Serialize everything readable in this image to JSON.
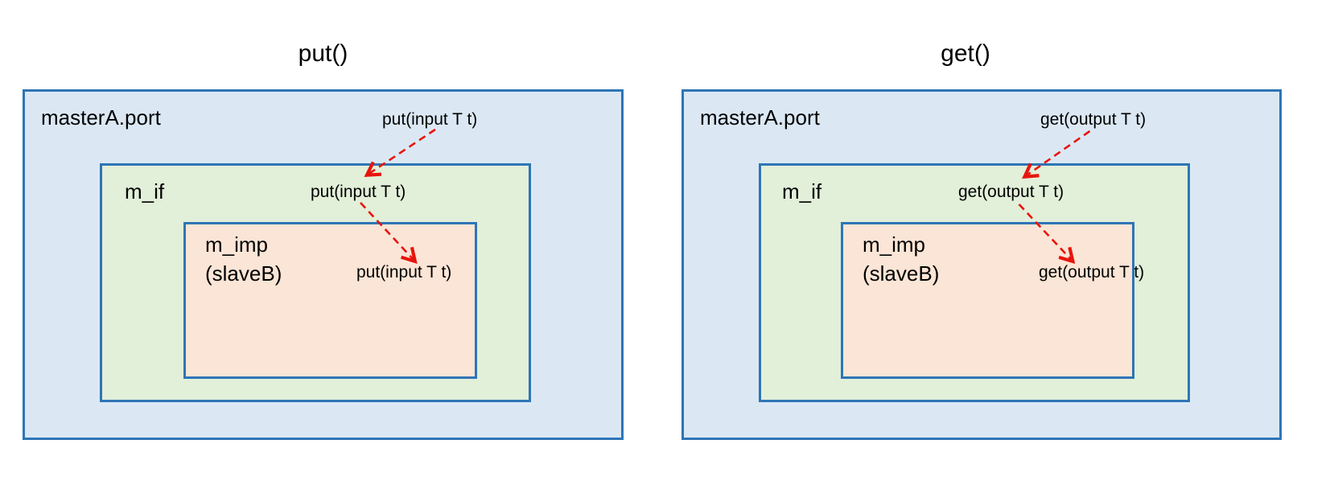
{
  "colors": {
    "box_border": "#2e75b6",
    "outer_fill": "#dbe8f4",
    "if_fill": "#e2efd9",
    "imp_fill": "#fbe5d6",
    "arrow": "#e8140c",
    "text": "#000000"
  },
  "diagrams": [
    {
      "title": "put()",
      "port_label": "masterA.port",
      "if_label": "m_if",
      "imp_label_line1": "m_imp",
      "imp_label_line2": "(slaveB)",
      "call_at_port": "put(input T t)",
      "call_at_if": "put(input T t)",
      "call_at_imp": "put(input T t)"
    },
    {
      "title": "get()",
      "port_label": "masterA.port",
      "if_label": "m_if",
      "imp_label_line1": "m_imp",
      "imp_label_line2": "(slaveB)",
      "call_at_port": "get(output T t)",
      "call_at_if": "get(output T t)",
      "call_at_imp": "get(output T t)"
    }
  ]
}
